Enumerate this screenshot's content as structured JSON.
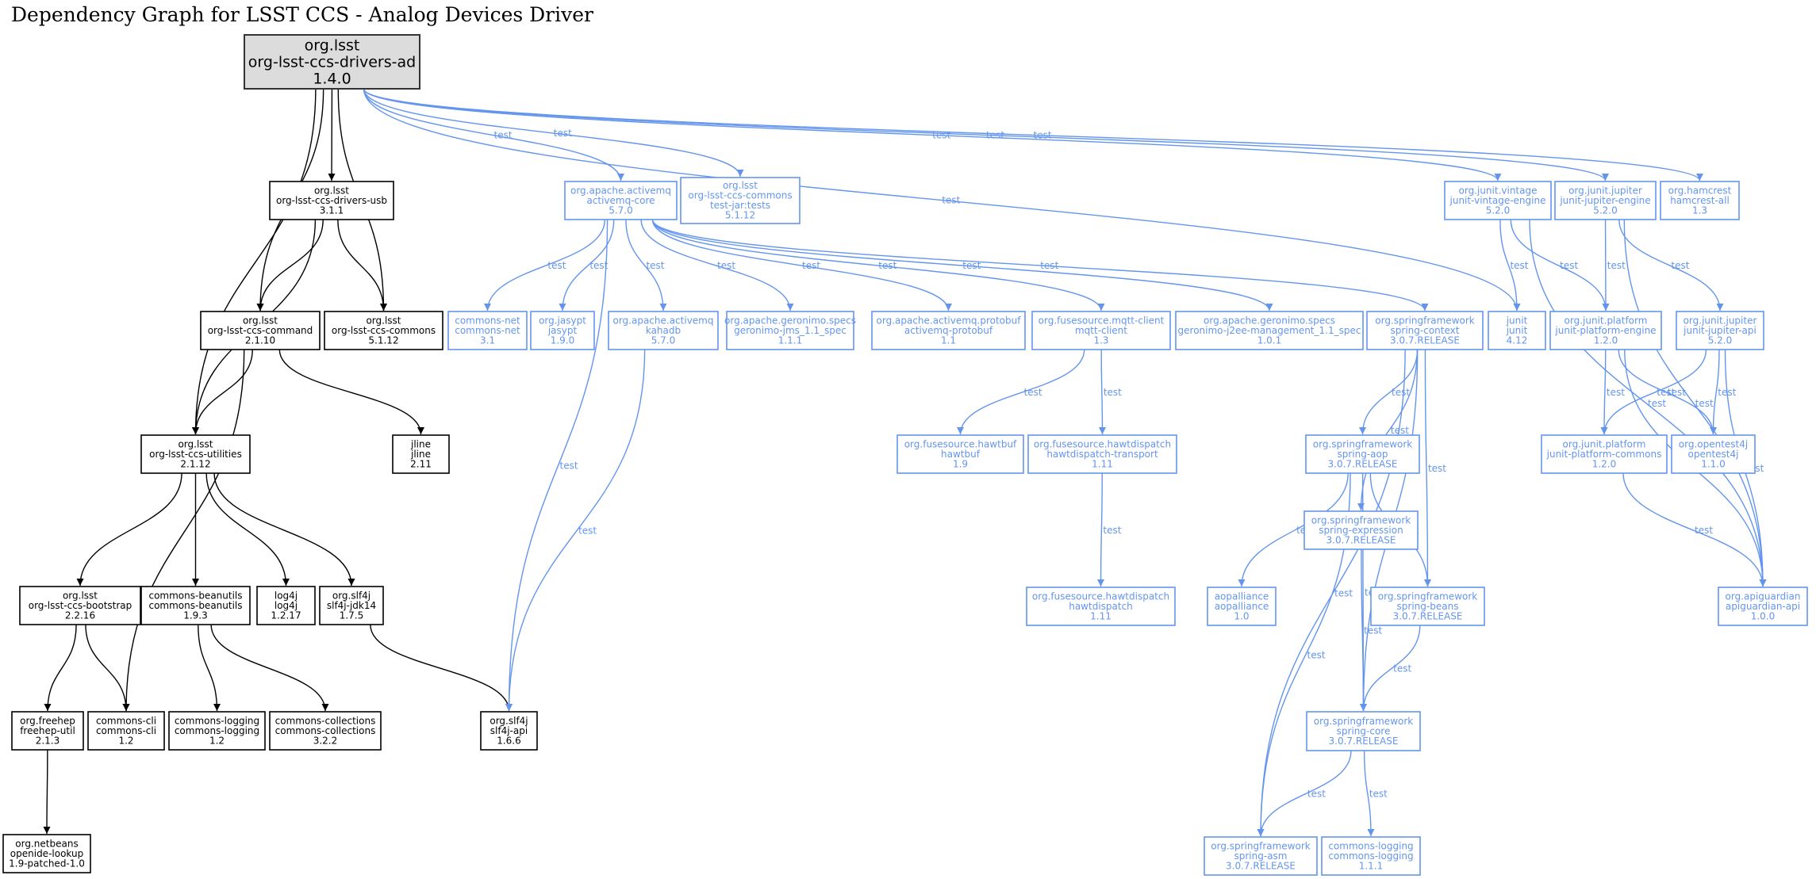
{
  "title": "Dependency Graph for LSST CCS - Analog Devices Driver",
  "colors": {
    "compile": "#000000",
    "test": "#6495ed",
    "root_fill": "#dcdcdc"
  },
  "nodes": [
    {
      "id": "root",
      "scope": "root",
      "lines": [
        "org.lsst",
        "org-lsst-ccs-drivers-ad",
        "1.4.0"
      ]
    },
    {
      "id": "usb",
      "scope": "compile",
      "lines": [
        "org.lsst",
        "org-lsst-ccs-drivers-usb",
        "3.1.1"
      ]
    },
    {
      "id": "command",
      "scope": "compile",
      "lines": [
        "org.lsst",
        "org-lsst-ccs-command",
        "2.1.10"
      ]
    },
    {
      "id": "commons",
      "scope": "compile",
      "lines": [
        "org.lsst",
        "org-lsst-ccs-commons",
        "5.1.12"
      ]
    },
    {
      "id": "utilities",
      "scope": "compile",
      "lines": [
        "org.lsst",
        "org-lsst-ccs-utilities",
        "2.1.12"
      ]
    },
    {
      "id": "jline",
      "scope": "compile",
      "lines": [
        "jline",
        "jline",
        "2.11"
      ]
    },
    {
      "id": "bootstrap",
      "scope": "compile",
      "lines": [
        "org.lsst",
        "org-lsst-ccs-bootstrap",
        "2.2.16"
      ]
    },
    {
      "id": "beanutils",
      "scope": "compile",
      "lines": [
        "commons-beanutils",
        "commons-beanutils",
        "1.9.3"
      ]
    },
    {
      "id": "log4j",
      "scope": "compile",
      "lines": [
        "log4j",
        "log4j",
        "1.2.17"
      ]
    },
    {
      "id": "slf4jjdk",
      "scope": "compile",
      "lines": [
        "org.slf4j",
        "slf4j-jdk14",
        "1.7.5"
      ]
    },
    {
      "id": "freehep",
      "scope": "compile",
      "lines": [
        "org.freehep",
        "freehep-util",
        "2.1.3"
      ]
    },
    {
      "id": "cli",
      "scope": "compile",
      "lines": [
        "commons-cli",
        "commons-cli",
        "1.2"
      ]
    },
    {
      "id": "logging12",
      "scope": "compile",
      "lines": [
        "commons-logging",
        "commons-logging",
        "1.2"
      ]
    },
    {
      "id": "collections",
      "scope": "compile",
      "lines": [
        "commons-collections",
        "commons-collections",
        "3.2.2"
      ]
    },
    {
      "id": "slf4japi",
      "scope": "compile",
      "lines": [
        "org.slf4j",
        "slf4j-api",
        "1.6.6"
      ]
    },
    {
      "id": "netbeans",
      "scope": "compile",
      "lines": [
        "org.netbeans",
        "openide-lookup",
        "1.9-patched-1.0"
      ]
    },
    {
      "id": "amqcore",
      "scope": "test",
      "lines": [
        "org.apache.activemq",
        "activemq-core",
        "5.7.0"
      ]
    },
    {
      "id": "commonstests",
      "scope": "test",
      "lines": [
        "org.lsst",
        "org-lsst-ccs-commons",
        "test-jar:tests",
        "5.1.12"
      ]
    },
    {
      "id": "vintage",
      "scope": "test",
      "lines": [
        "org.junit.vintage",
        "junit-vintage-engine",
        "5.2.0"
      ]
    },
    {
      "id": "jupengine",
      "scope": "test",
      "lines": [
        "org.junit.jupiter",
        "junit-jupiter-engine",
        "5.2.0"
      ]
    },
    {
      "id": "hamcrest",
      "scope": "test",
      "lines": [
        "org.hamcrest",
        "hamcrest-all",
        "1.3"
      ]
    },
    {
      "id": "commonsnet",
      "scope": "test",
      "lines": [
        "commons-net",
        "commons-net",
        "3.1"
      ]
    },
    {
      "id": "jasypt",
      "scope": "test",
      "lines": [
        "org.jasypt",
        "jasypt",
        "1.9.0"
      ]
    },
    {
      "id": "kahadb",
      "scope": "test",
      "lines": [
        "org.apache.activemq",
        "kahadb",
        "5.7.0"
      ]
    },
    {
      "id": "jms",
      "scope": "test",
      "lines": [
        "org.apache.geronimo.specs",
        "geronimo-jms_1.1_spec",
        "1.1.1"
      ]
    },
    {
      "id": "protobuf",
      "scope": "test",
      "lines": [
        "org.apache.activemq.protobuf",
        "activemq-protobuf",
        "1.1"
      ]
    },
    {
      "id": "mqtt",
      "scope": "test",
      "lines": [
        "org.fusesource.mqtt-client",
        "mqtt-client",
        "1.3"
      ]
    },
    {
      "id": "j2ee",
      "scope": "test",
      "lines": [
        "org.apache.geronimo.specs",
        "geronimo-j2ee-management_1.1_spec",
        "1.0.1"
      ]
    },
    {
      "id": "springcontext",
      "scope": "test",
      "lines": [
        "org.springframework",
        "spring-context",
        "3.0.7.RELEASE"
      ]
    },
    {
      "id": "junit",
      "scope": "test",
      "lines": [
        "junit",
        "junit",
        "4.12"
      ]
    },
    {
      "id": "platengine",
      "scope": "test",
      "lines": [
        "org.junit.platform",
        "junit-platform-engine",
        "1.2.0"
      ]
    },
    {
      "id": "jupapi",
      "scope": "test",
      "lines": [
        "org.junit.jupiter",
        "junit-jupiter-api",
        "5.2.0"
      ]
    },
    {
      "id": "hawtbuf",
      "scope": "test",
      "lines": [
        "org.fusesource.hawtbuf",
        "hawtbuf",
        "1.9"
      ]
    },
    {
      "id": "hdtransport",
      "scope": "test",
      "lines": [
        "org.fusesource.hawtdispatch",
        "hawtdispatch-transport",
        "1.11"
      ]
    },
    {
      "id": "springaop",
      "scope": "test",
      "lines": [
        "org.springframework",
        "spring-aop",
        "3.0.7.RELEASE"
      ]
    },
    {
      "id": "platcommons",
      "scope": "test",
      "lines": [
        "org.junit.platform",
        "junit-platform-commons",
        "1.2.0"
      ]
    },
    {
      "id": "opentest4j",
      "scope": "test",
      "lines": [
        "org.opentest4j",
        "opentest4j",
        "1.1.0"
      ]
    },
    {
      "id": "springexpr",
      "scope": "test",
      "lines": [
        "org.springframework",
        "spring-expression",
        "3.0.7.RELEASE"
      ]
    },
    {
      "id": "hawtdispatch",
      "scope": "test",
      "lines": [
        "org.fusesource.hawtdispatch",
        "hawtdispatch",
        "1.11"
      ]
    },
    {
      "id": "aopalliance",
      "scope": "test",
      "lines": [
        "aopalliance",
        "aopalliance",
        "1.0"
      ]
    },
    {
      "id": "springbeans",
      "scope": "test",
      "lines": [
        "org.springframework",
        "spring-beans",
        "3.0.7.RELEASE"
      ]
    },
    {
      "id": "apiguardian",
      "scope": "test",
      "lines": [
        "org.apiguardian",
        "apiguardian-api",
        "1.0.0"
      ]
    },
    {
      "id": "springcore",
      "scope": "test",
      "lines": [
        "org.springframework",
        "spring-core",
        "3.0.7.RELEASE"
      ]
    },
    {
      "id": "springasm",
      "scope": "test",
      "lines": [
        "org.springframework",
        "spring-asm",
        "3.0.7.RELEASE"
      ]
    },
    {
      "id": "logging111",
      "scope": "test",
      "lines": [
        "commons-logging",
        "commons-logging",
        "1.1.1"
      ]
    }
  ],
  "edges": [
    {
      "from": "root",
      "to": "usb",
      "scope": "compile",
      "label": ""
    },
    {
      "from": "root",
      "to": "command",
      "scope": "compile",
      "label": ""
    },
    {
      "from": "root",
      "to": "commons",
      "scope": "compile",
      "label": ""
    },
    {
      "from": "root",
      "to": "utilities",
      "scope": "compile",
      "label": ""
    },
    {
      "from": "usb",
      "to": "command",
      "scope": "compile",
      "label": ""
    },
    {
      "from": "usb",
      "to": "commons",
      "scope": "compile",
      "label": ""
    },
    {
      "from": "usb",
      "to": "utilities",
      "scope": "compile",
      "label": ""
    },
    {
      "from": "command",
      "to": "utilities",
      "scope": "compile",
      "label": ""
    },
    {
      "from": "command",
      "to": "jline",
      "scope": "compile",
      "label": ""
    },
    {
      "from": "command",
      "to": "cli",
      "scope": "compile",
      "label": ""
    },
    {
      "from": "utilities",
      "to": "bootstrap",
      "scope": "compile",
      "label": ""
    },
    {
      "from": "utilities",
      "to": "beanutils",
      "scope": "compile",
      "label": ""
    },
    {
      "from": "utilities",
      "to": "log4j",
      "scope": "compile",
      "label": ""
    },
    {
      "from": "utilities",
      "to": "slf4jjdk",
      "scope": "compile",
      "label": ""
    },
    {
      "from": "bootstrap",
      "to": "freehep",
      "scope": "compile",
      "label": ""
    },
    {
      "from": "bootstrap",
      "to": "cli",
      "scope": "compile",
      "label": ""
    },
    {
      "from": "beanutils",
      "to": "logging12",
      "scope": "compile",
      "label": ""
    },
    {
      "from": "beanutils",
      "to": "collections",
      "scope": "compile",
      "label": ""
    },
    {
      "from": "slf4jjdk",
      "to": "slf4japi",
      "scope": "compile",
      "label": ""
    },
    {
      "from": "freehep",
      "to": "netbeans",
      "scope": "compile",
      "label": ""
    },
    {
      "from": "root",
      "to": "amqcore",
      "scope": "test",
      "label": "test"
    },
    {
      "from": "root",
      "to": "commonstests",
      "scope": "test",
      "label": "test"
    },
    {
      "from": "root",
      "to": "junit",
      "scope": "test",
      "label": "test"
    },
    {
      "from": "root",
      "to": "vintage",
      "scope": "test",
      "label": "test"
    },
    {
      "from": "root",
      "to": "jupengine",
      "scope": "test",
      "label": "test"
    },
    {
      "from": "root",
      "to": "hamcrest",
      "scope": "test",
      "label": "test"
    },
    {
      "from": "amqcore",
      "to": "commonsnet",
      "scope": "test",
      "label": "test"
    },
    {
      "from": "amqcore",
      "to": "jasypt",
      "scope": "test",
      "label": "test"
    },
    {
      "from": "amqcore",
      "to": "slf4japi",
      "scope": "test",
      "label": "test"
    },
    {
      "from": "amqcore",
      "to": "kahadb",
      "scope": "test",
      "label": "test"
    },
    {
      "from": "amqcore",
      "to": "jms",
      "scope": "test",
      "label": "test"
    },
    {
      "from": "amqcore",
      "to": "protobuf",
      "scope": "test",
      "label": "test"
    },
    {
      "from": "amqcore",
      "to": "mqtt",
      "scope": "test",
      "label": "test"
    },
    {
      "from": "amqcore",
      "to": "j2ee",
      "scope": "test",
      "label": "test"
    },
    {
      "from": "amqcore",
      "to": "springcontext",
      "scope": "test",
      "label": "test"
    },
    {
      "from": "kahadb",
      "to": "slf4japi",
      "scope": "test",
      "label": "test"
    },
    {
      "from": "mqtt",
      "to": "hawtbuf",
      "scope": "test",
      "label": "test"
    },
    {
      "from": "mqtt",
      "to": "hdtransport",
      "scope": "test",
      "label": "test"
    },
    {
      "from": "hdtransport",
      "to": "hawtdispatch",
      "scope": "test",
      "label": "test"
    },
    {
      "from": "springcontext",
      "to": "springaop",
      "scope": "test",
      "label": "test"
    },
    {
      "from": "springcontext",
      "to": "springexpr",
      "scope": "test",
      "label": "test"
    },
    {
      "from": "springcontext",
      "to": "springbeans",
      "scope": "test",
      "label": "test"
    },
    {
      "from": "springcontext",
      "to": "springcore",
      "scope": "test",
      "label": "test"
    },
    {
      "from": "springcontext",
      "to": "springasm",
      "scope": "test",
      "label": "test"
    },
    {
      "from": "springaop",
      "to": "aopalliance",
      "scope": "test",
      "label": "test"
    },
    {
      "from": "springaop",
      "to": "springbeans",
      "scope": "test",
      "label": "test"
    },
    {
      "from": "springaop",
      "to": "springcore",
      "scope": "test",
      "label": "test"
    },
    {
      "from": "springaop",
      "to": "springasm",
      "scope": "test",
      "label": "test"
    },
    {
      "from": "springexpr",
      "to": "springcore",
      "scope": "test",
      "label": "test"
    },
    {
      "from": "springbeans",
      "to": "springcore",
      "scope": "test",
      "label": "test"
    },
    {
      "from": "springcore",
      "to": "springasm",
      "scope": "test",
      "label": "test"
    },
    {
      "from": "springcore",
      "to": "logging111",
      "scope": "test",
      "label": "test"
    },
    {
      "from": "vintage",
      "to": "junit",
      "scope": "test",
      "label": "test"
    },
    {
      "from": "vintage",
      "to": "platengine",
      "scope": "test",
      "label": "test"
    },
    {
      "from": "vintage",
      "to": "apiguardian",
      "scope": "test",
      "label": "test"
    },
    {
      "from": "jupengine",
      "to": "platengine",
      "scope": "test",
      "label": "test"
    },
    {
      "from": "jupengine",
      "to": "jupapi",
      "scope": "test",
      "label": "test"
    },
    {
      "from": "jupengine",
      "to": "apiguardian",
      "scope": "test",
      "label": "test"
    },
    {
      "from": "platengine",
      "to": "platcommons",
      "scope": "test",
      "label": "test"
    },
    {
      "from": "platengine",
      "to": "opentest4j",
      "scope": "test",
      "label": "test"
    },
    {
      "from": "platengine",
      "to": "apiguardian",
      "scope": "test",
      "label": "test"
    },
    {
      "from": "jupapi",
      "to": "platcommons",
      "scope": "test",
      "label": "test"
    },
    {
      "from": "jupapi",
      "to": "opentest4j",
      "scope": "test",
      "label": "test"
    },
    {
      "from": "jupapi",
      "to": "apiguardian",
      "scope": "test",
      "label": "test"
    },
    {
      "from": "platcommons",
      "to": "apiguardian",
      "scope": "test",
      "label": "test"
    }
  ]
}
